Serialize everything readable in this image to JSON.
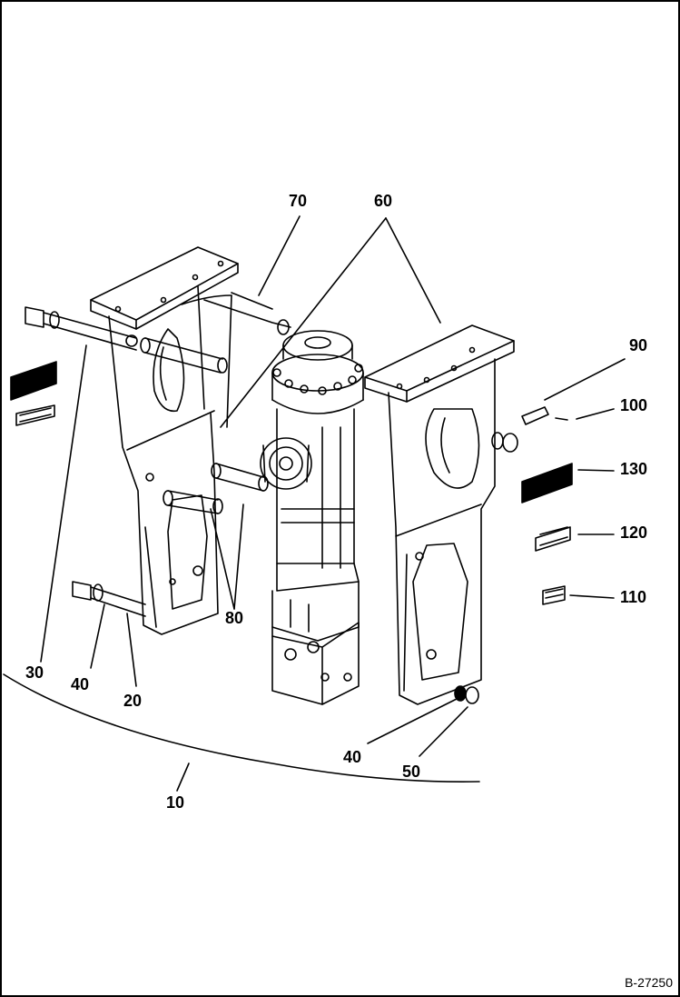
{
  "diagram": {
    "callouts": {
      "c10": "10",
      "c20": "20",
      "c30": "30",
      "c40a": "40",
      "c40b": "40",
      "c50": "50",
      "c60": "60",
      "c70": "70",
      "c80": "80",
      "c90": "90",
      "c100": "100",
      "c110": "110",
      "c120": "120",
      "c130": "130"
    },
    "reference_number": "B-27250"
  }
}
